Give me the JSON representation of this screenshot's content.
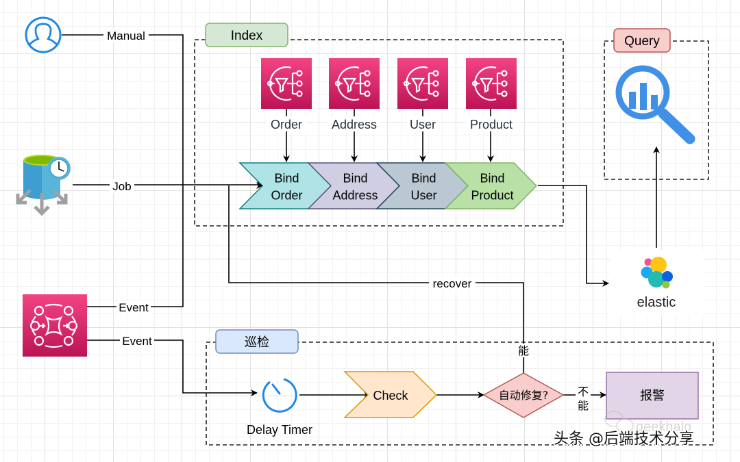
{
  "diagram": {
    "groups": {
      "index": "Index",
      "query": "Query",
      "inspection": "巡检"
    },
    "sources": {
      "manual": {
        "label": "Manual",
        "icon": "user-icon"
      },
      "job": {
        "label": "Job",
        "icon": "scheduled-database-icon"
      },
      "event1": {
        "label": "Event",
        "icon": "event-bus-icon"
      },
      "event2": {
        "label": "Event"
      }
    },
    "topics": [
      {
        "label": "Order",
        "icon": "sns-topic-icon"
      },
      {
        "label": "Address",
        "icon": "sns-topic-icon"
      },
      {
        "label": "User",
        "icon": "sns-topic-icon"
      },
      {
        "label": "Product",
        "icon": "sns-topic-icon"
      }
    ],
    "steps": [
      {
        "line1": "Bind",
        "line2": "Order",
        "fill": "#b0e3e6",
        "stroke": "#0e8088"
      },
      {
        "line1": "Bind",
        "line2": "Address",
        "fill": "#d0cee2",
        "stroke": "#56517e"
      },
      {
        "line1": "Bind",
        "line2": "User",
        "fill": "#bac8d3",
        "stroke": "#23445d"
      },
      {
        "line1": "Bind",
        "line2": "Product",
        "fill": "#b9e0a5",
        "stroke": "#82b366"
      }
    ],
    "elastic": {
      "label": "elastic"
    },
    "recover_label": "recover",
    "inspection_flow": {
      "timer_label": "Delay Timer",
      "check_label": "Check",
      "decision_label": "自动修复?",
      "yes_label": "能",
      "no_label_line1": "不",
      "no_label_line2": "能",
      "alarm_label": "报警"
    },
    "watermark": {
      "wechat": "geekhalo",
      "credit": "头条 @后端技术分享"
    },
    "colors": {
      "aws_pink": "#d6336c",
      "icon_blue": "#1e88e5",
      "index_tag": "#d5e8d4",
      "query_tag": "#f8cecc",
      "inspection_tag": "#dae8fc",
      "check_fill": "#ffe6cc",
      "decision_fill": "#f8cecc",
      "alarm_fill": "#e1d5e7"
    }
  }
}
